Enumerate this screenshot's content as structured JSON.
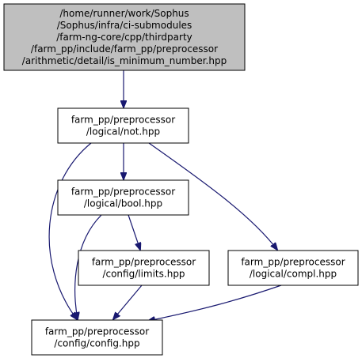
{
  "colors": {
    "edge": "#191970",
    "root_fill": "#bfbfbf",
    "node_fill": "#ffffff",
    "border": "#000000"
  },
  "nodes": [
    {
      "id": "root",
      "lines": [
        "/home/runner/work/Sophus",
        "/Sophus/infra/ci-submodules",
        "/farm-ng-core/cpp/thirdparty",
        "/farm_pp/include/farm_pp/preprocessor",
        "/arithmetic/detail/is_minimum_number.hpp"
      ]
    },
    {
      "id": "not",
      "lines": [
        "farm_pp/preprocessor",
        "/logical/not.hpp"
      ]
    },
    {
      "id": "bool",
      "lines": [
        "farm_pp/preprocessor",
        "/logical/bool.hpp"
      ]
    },
    {
      "id": "limits",
      "lines": [
        "farm_pp/preprocessor",
        "/config/limits.hpp"
      ]
    },
    {
      "id": "compl",
      "lines": [
        "farm_pp/preprocessor",
        "/logical/compl.hpp"
      ]
    },
    {
      "id": "config",
      "lines": [
        "farm_pp/preprocessor",
        "/config/config.hpp"
      ]
    }
  ],
  "edges": [
    {
      "from": "root",
      "to": "not"
    },
    {
      "from": "not",
      "to": "bool"
    },
    {
      "from": "not",
      "to": "config"
    },
    {
      "from": "not",
      "to": "compl"
    },
    {
      "from": "bool",
      "to": "limits"
    },
    {
      "from": "bool",
      "to": "config"
    },
    {
      "from": "limits",
      "to": "config"
    },
    {
      "from": "compl",
      "to": "config"
    }
  ]
}
